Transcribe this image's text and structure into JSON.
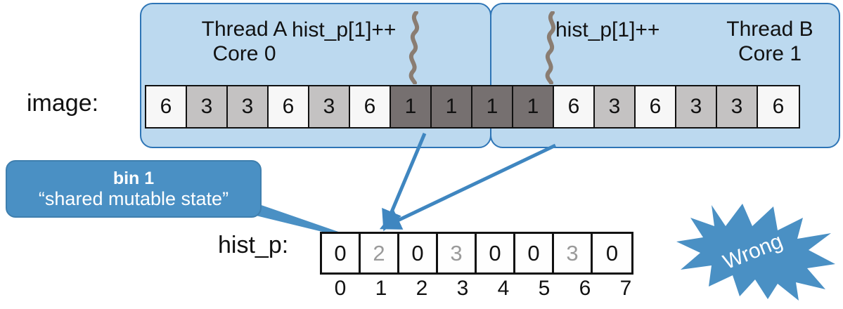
{
  "diagram": {
    "title_concept": "data race on shared histogram bin",
    "colors": {
      "panel_fill": "#bcd9ef",
      "panel_border": "#2e75b6",
      "callout_fill": "#4a90c4",
      "arrow": "#3f86c0",
      "starburst": "#4a90c4",
      "cell_light": "#f7f7f7",
      "cell_mid": "#c4c2c2",
      "cell_dark": "#767070",
      "value_gray": "#9a9a9a",
      "text": "#111111"
    }
  },
  "threads": [
    {
      "name": "thread-a",
      "label": "Thread A\nCore 0",
      "operation": "hist_p[1]++",
      "squiggle": "squiggle-line"
    },
    {
      "name": "thread-b",
      "label": "Thread B\nCore 1",
      "operation": "hist_p[1]++",
      "squiggle": "squiggle-line"
    }
  ],
  "image_row": {
    "label": "image:",
    "cells": [
      {
        "value": "6",
        "shade": "v-light"
      },
      {
        "value": "3",
        "shade": "v-mid"
      },
      {
        "value": "3",
        "shade": "v-mid"
      },
      {
        "value": "6",
        "shade": "v-light"
      },
      {
        "value": "3",
        "shade": "v-mid"
      },
      {
        "value": "6",
        "shade": "v-light"
      },
      {
        "value": "1",
        "shade": "v-dark"
      },
      {
        "value": "1",
        "shade": "v-dark"
      },
      {
        "value": "1",
        "shade": "v-dark"
      },
      {
        "value": "1",
        "shade": "v-dark"
      },
      {
        "value": "6",
        "shade": "v-light"
      },
      {
        "value": "3",
        "shade": "v-mid"
      },
      {
        "value": "6",
        "shade": "v-light"
      },
      {
        "value": "3",
        "shade": "v-mid"
      },
      {
        "value": "3",
        "shade": "v-mid"
      },
      {
        "value": "6",
        "shade": "v-light"
      }
    ]
  },
  "histogram": {
    "label": "hist_p:",
    "bins": [
      {
        "index": "0",
        "value": "0",
        "style": "val-black"
      },
      {
        "index": "1",
        "value": "2",
        "style": "val-gray"
      },
      {
        "index": "2",
        "value": "0",
        "style": "val-black"
      },
      {
        "index": "3",
        "value": "3",
        "style": "val-gray"
      },
      {
        "index": "4",
        "value": "0",
        "style": "val-black"
      },
      {
        "index": "5",
        "value": "0",
        "style": "val-black"
      },
      {
        "index": "6",
        "value": "3",
        "style": "val-gray"
      },
      {
        "index": "7",
        "value": "0",
        "style": "val-black"
      }
    ]
  },
  "callout": {
    "title": "bin 1",
    "subtitle": "“shared mutable state”"
  },
  "badge": {
    "text": "Wrong"
  },
  "arrows": [
    {
      "name": "arrow-thread-a-to-bin1",
      "from": "image cell 7 (value 1, Thread A)",
      "to": "hist_p bin 1"
    },
    {
      "name": "arrow-thread-b-to-bin1",
      "from": "image cell 10 (value 1, Thread B)",
      "to": "hist_p bin 1"
    }
  ]
}
